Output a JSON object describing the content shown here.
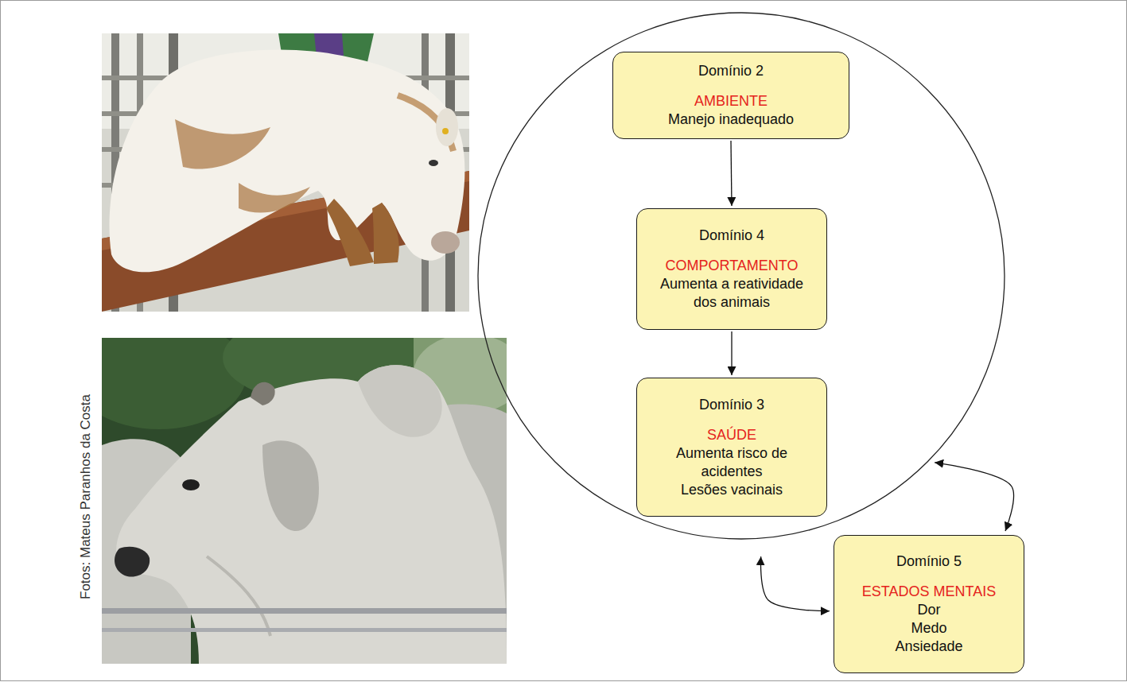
{
  "diagram": {
    "nodes": [
      {
        "text": []
      },
      {
        "text": [
          "Domínio 2",
          "AMBIENTE",
          "Manejo inadequado"
        ],
        "in": 0
      },
      {
        "text": [
          "Domínio 4",
          "COMPORTAMENTO",
          "Aumenta a reatividade dos animais"
        ],
        "in": 0
      },
      {
        "text": [
          "Domínio 3",
          "SAÚDE",
          "Aumenta risco de acidentes",
          "Lesões vacinais"
        ],
        "in": 0
      },
      {
        "text": [
          "Domínio 5",
          "ESTADOS MENTAIS",
          "Dor",
          "Medo",
          "Ansiedade"
        ]
      }
    ],
    "edges": [
      {
        "from": 1,
        "to": 2,
        "arrow": "to"
      },
      {
        "from": 2,
        "to": 3,
        "arrow": "to"
      },
      {
        "from": 0,
        "to": 4,
        "arrow": "both"
      },
      {
        "from": 0,
        "to": 4,
        "arrow": "both"
      }
    ],
    "labels": [
      "Fotos: Mateus Paranhos da Costa"
    ]
  }
}
